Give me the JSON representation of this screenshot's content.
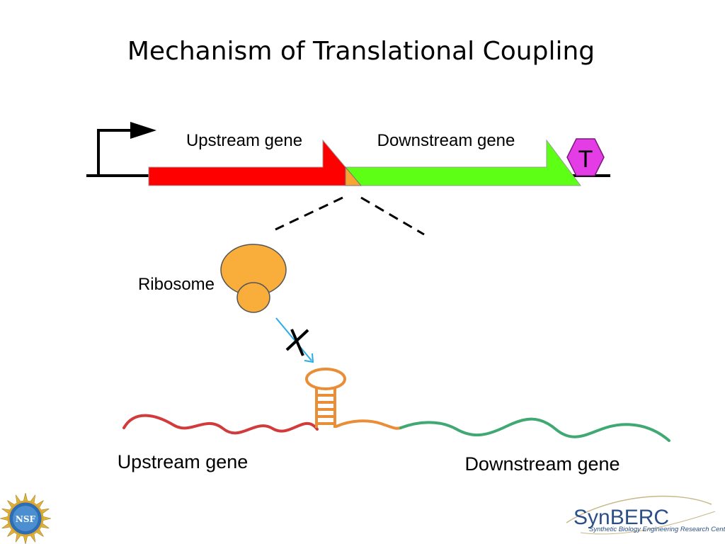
{
  "title": "Mechanism of Translational Coupling",
  "operon": {
    "upstream_label": "Upstream gene",
    "downstream_label": "Downstream gene",
    "terminator_label": "T",
    "colors": {
      "upstream": "#ff0000",
      "downstream": "#5dff14",
      "overlap": "#f7a433",
      "terminator": "#e43de6"
    }
  },
  "ribosome_label": "Ribosome",
  "mrna": {
    "upstream_label": "Upstream gene",
    "downstream_label": "Downstream gene",
    "colors": {
      "upstream": "#d23b3b",
      "hairpin": "#e98e37",
      "downstream": "#3fa873",
      "blocked_arrow": "#27aee6"
    }
  },
  "logos": {
    "nsf_text": "NSF",
    "synberc_name": "SynBERC",
    "synberc_tagline": "Synthetic Biology Engineering Research Center"
  }
}
